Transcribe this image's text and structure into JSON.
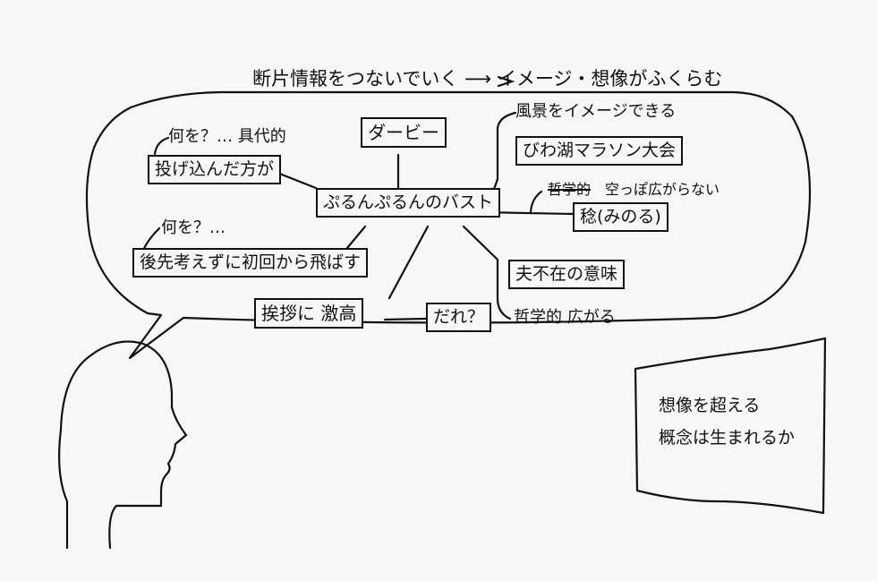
{
  "header": "断片情報をつないでいく ⟶ イメージ・想像がふくらむ",
  "nodes": {
    "center": "ぷるんぷるんのバスト",
    "derby": "ダービー",
    "nagekonda": "投げ込んだ方が",
    "nani_wo_1": "何を？… 具代的",
    "nochi": "後先考えずに初回から飛ばす",
    "nani_wo_2": "何を？…",
    "aisatsu": "挨拶に 激高",
    "dare": "だれ？",
    "fukei": "風景をイメージできる",
    "biwako": "びわ湖マラソン大会",
    "tetsugaku_struck": "哲学的",
    "sora": "空っぽ広がらない",
    "minoru": "稔(みのる)",
    "fufuzai": "夫不在の意味",
    "tetsugaku": "哲学的 広がる"
  },
  "note": {
    "line1": "想像を超える",
    "line2": "概念は生まれるか"
  }
}
